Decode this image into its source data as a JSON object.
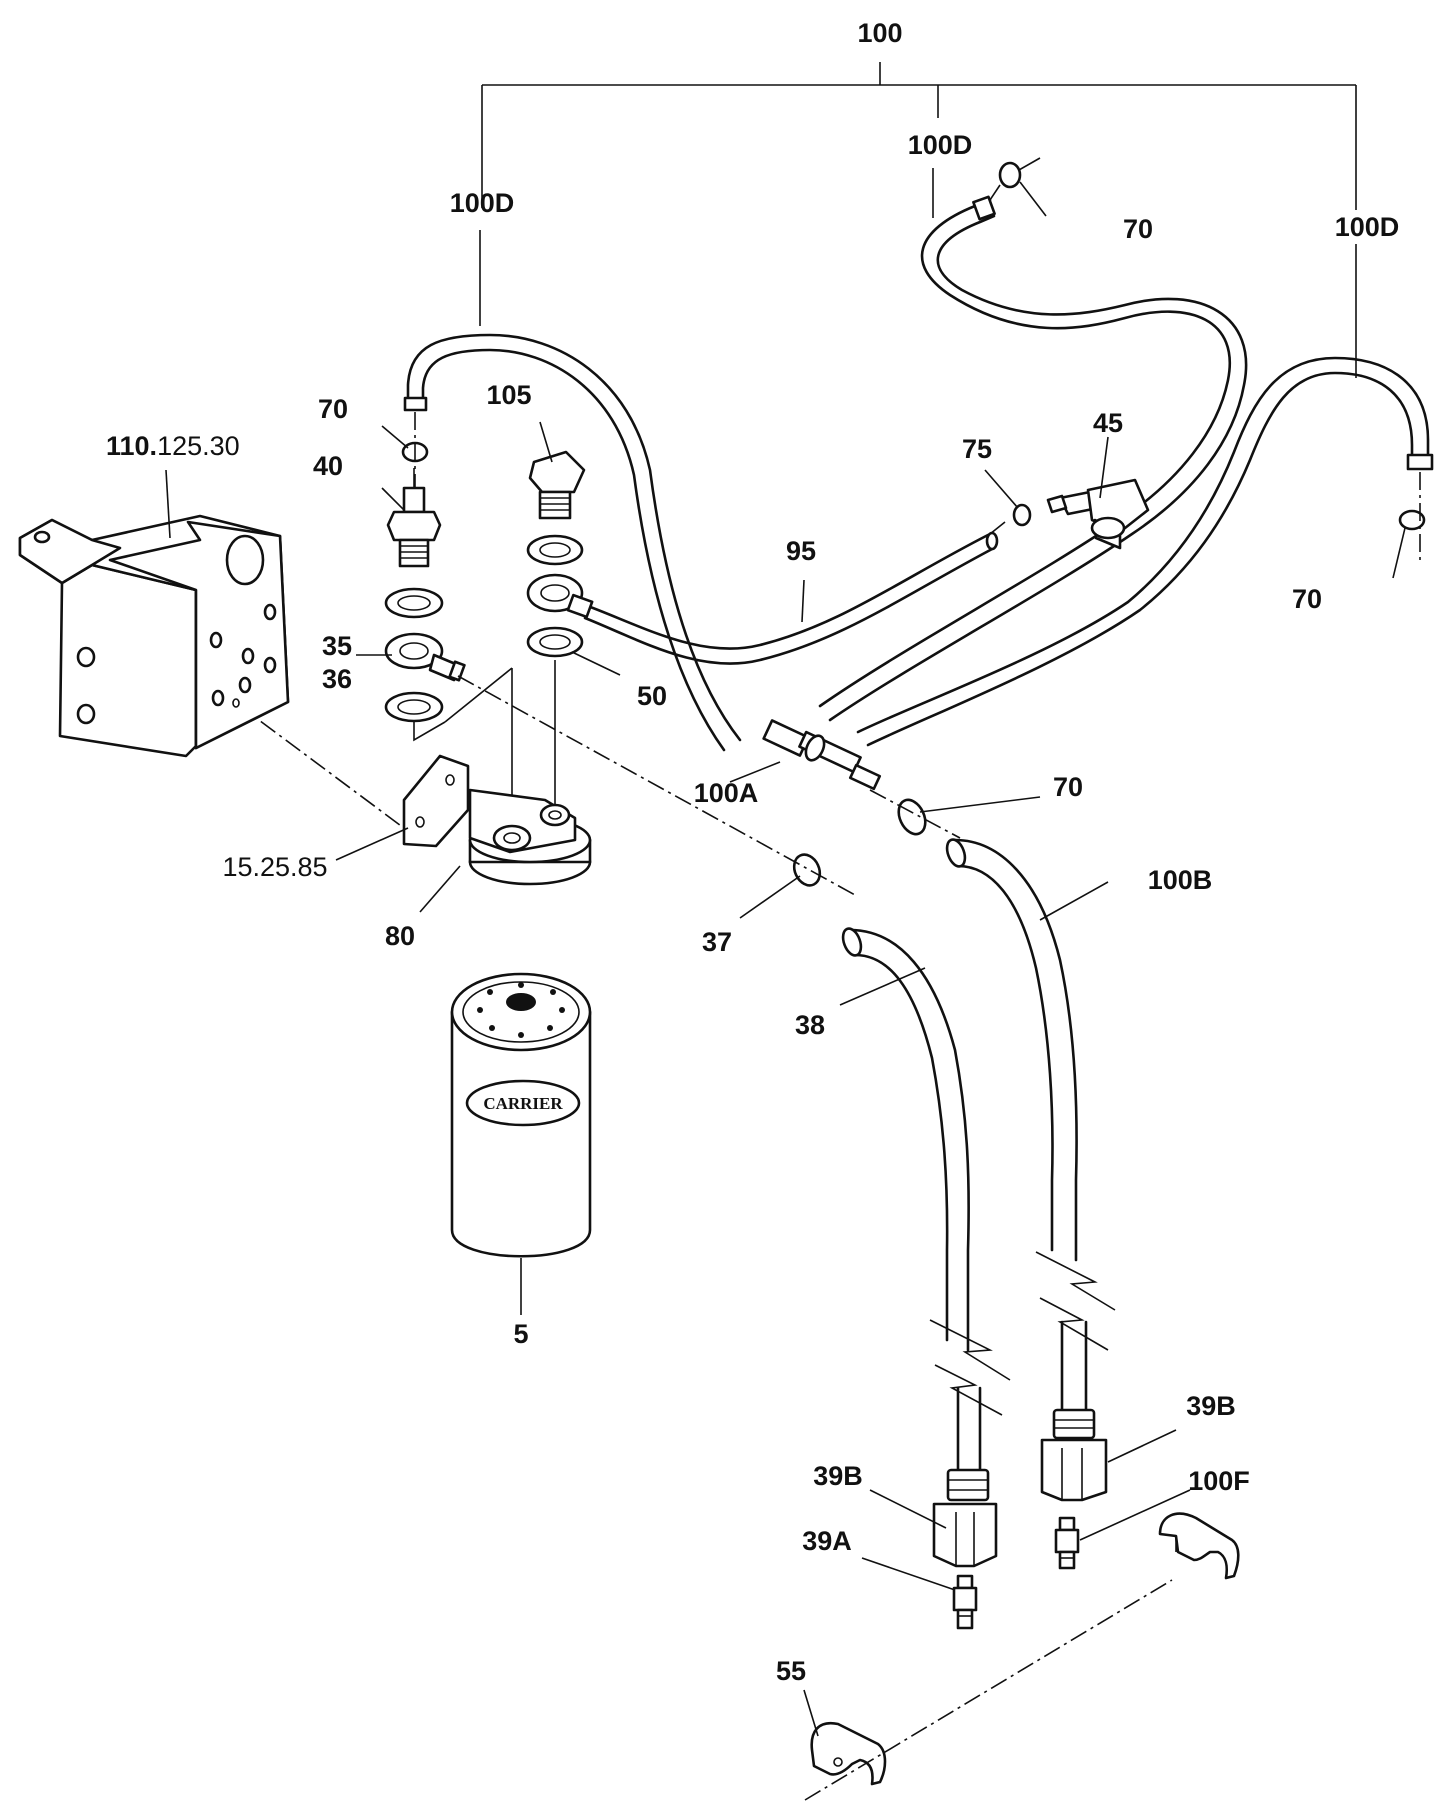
{
  "callouts": {
    "c100": "100",
    "c100d_left": "100D",
    "c100d_mid": "100D",
    "c100d_right": "100D",
    "c70_top": "70",
    "c70_left": "70",
    "c70_right": "70",
    "c70_mid": "70",
    "c110_bold": "110.",
    "c110_rest": "125.30",
    "c105": "105",
    "c40": "40",
    "c45": "45",
    "c75": "75",
    "c95": "95",
    "c35": "35",
    "c36": "36",
    "c50": "50",
    "c100a": "100A",
    "c15": "15.25.85",
    "c80": "80",
    "c37": "37",
    "c100b": "100B",
    "c38": "38",
    "c5": "5",
    "c39b_right": "39B",
    "c100f": "100F",
    "c39b_left": "39B",
    "c39a": "39A",
    "c55": "55"
  },
  "filter_brand": "CARRIER"
}
